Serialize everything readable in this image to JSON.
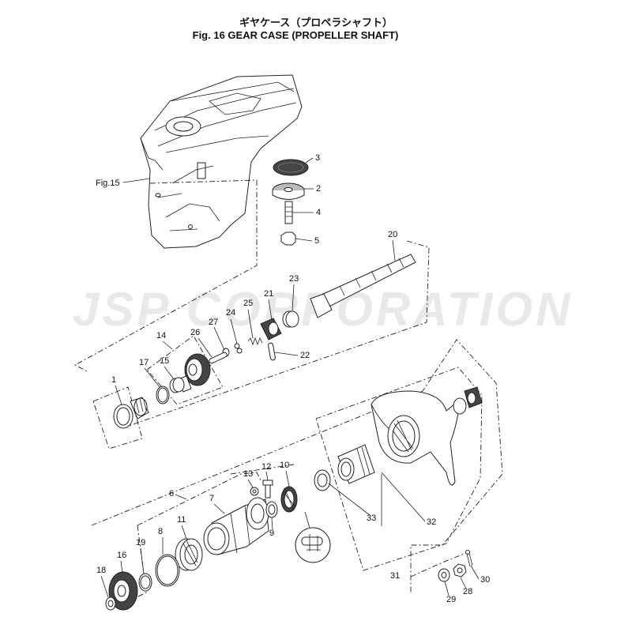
{
  "title": {
    "japanese": "ギヤケース（プロペラシャフト）",
    "english": "Fig. 16    GEAR CASE (PROPELLER SHAFT)"
  },
  "watermark": "JSP CORPORATION",
  "figure_ref": "Fig.15",
  "callouts": {
    "c1": "1",
    "c2": "2",
    "c3": "3",
    "c4": "4",
    "c5": "5",
    "c6": "6",
    "c7": "7",
    "c8": "8",
    "c9": "9",
    "c10": "10",
    "c11": "11",
    "c12": "12",
    "c13": "13",
    "c14": "14",
    "c15": "15",
    "c16": "16",
    "c17": "17",
    "c18": "18",
    "c19": "19",
    "c20": "20",
    "c21": "21",
    "c22": "22",
    "c23": "23",
    "c24": "24",
    "c25": "25",
    "c26": "26",
    "c27": "27",
    "c28": "28",
    "c29": "29",
    "c30": "30",
    "c31": "31",
    "c32": "32",
    "c33": "33"
  }
}
